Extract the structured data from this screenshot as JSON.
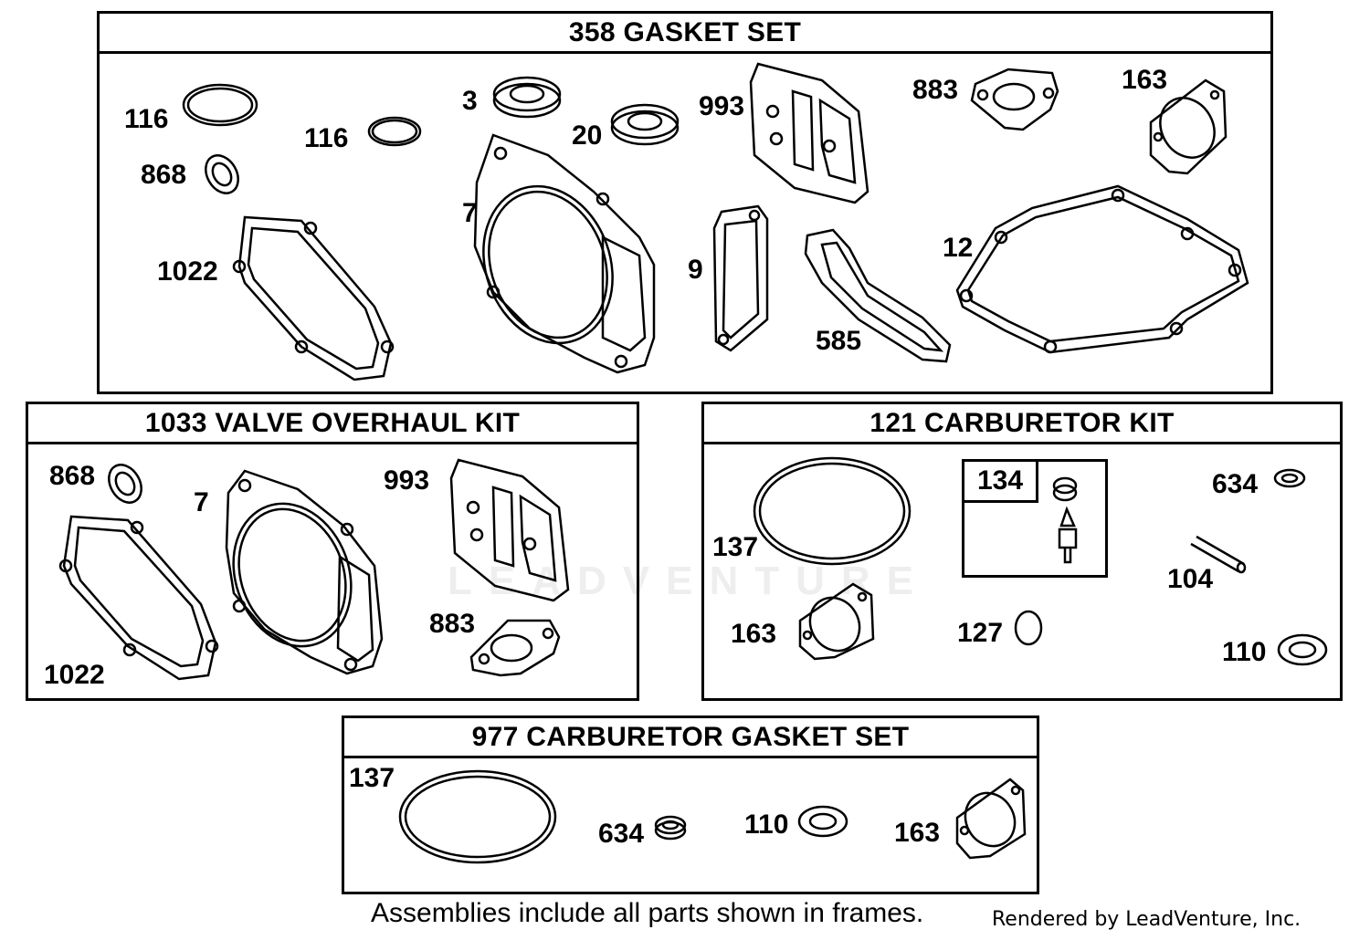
{
  "frames": {
    "gasket_set": {
      "title": "358 GASKET SET",
      "labels": {
        "l116a": "116",
        "l116b": "116",
        "l868": "868",
        "l1022": "1022",
        "l3": "3",
        "l20": "20",
        "l7": "7",
        "l993": "993",
        "l9": "9",
        "l585": "585",
        "l883": "883",
        "l163": "163",
        "l12": "12"
      }
    },
    "valve_kit": {
      "title": "1033 VALVE OVERHAUL KIT",
      "labels": {
        "l868": "868",
        "l7": "7",
        "l993": "993",
        "l883": "883",
        "l1022": "1022"
      }
    },
    "carb_kit": {
      "title": "121 CARBURETOR KIT",
      "labels": {
        "l137": "137",
        "l134": "134",
        "l634": "634",
        "l104": "104",
        "l163": "163",
        "l127": "127",
        "l110": "110"
      }
    },
    "carb_gasket_set": {
      "title": "977 CARBURETOR  GASKET SET",
      "labels": {
        "l137": "137",
        "l634": "634",
        "l110": "110",
        "l163": "163"
      }
    }
  },
  "footnote": "Assemblies include all parts shown in frames.",
  "credit": "Rendered by LeadVenture, Inc.",
  "watermark": "LEADVENTURE"
}
